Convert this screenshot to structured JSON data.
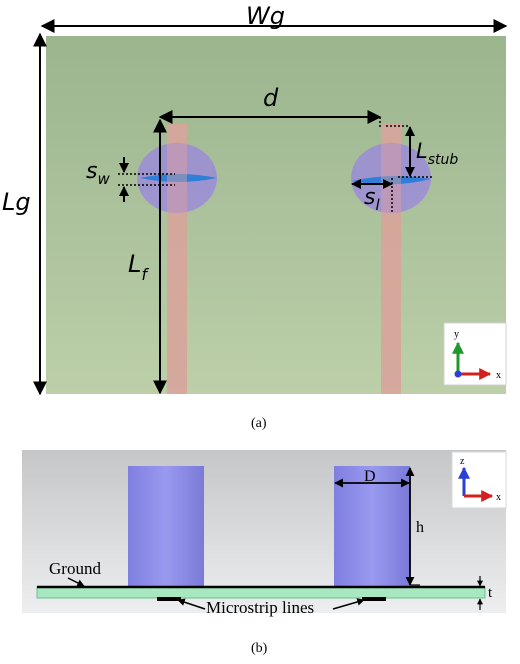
{
  "panel_a": {
    "caption": "(a)",
    "labels": {
      "wg": "Wg",
      "lg": "Lg",
      "d": "d",
      "lf_main": "L",
      "lf_sub": "f",
      "lstub_main": "L",
      "lstub_sub": "stub",
      "sw_main": "s",
      "sw_sub": "w",
      "sl_main": "s",
      "sl_sub": "l"
    },
    "axes": {
      "y": "y",
      "x": "x"
    }
  },
  "panel_b": {
    "caption": "(b)",
    "labels": {
      "ground": "Ground",
      "microstrip": "Microstrip lines",
      "dia": "D",
      "height": "h",
      "thickness": "t"
    },
    "axes": {
      "z": "z",
      "x": "x"
    }
  },
  "colors": {
    "ground_plane": "#a9c39d",
    "feed": "#d8a49b",
    "dra": "#8a86e8",
    "slot": "#2f7fd9",
    "substrate": "#a8e8c0"
  }
}
